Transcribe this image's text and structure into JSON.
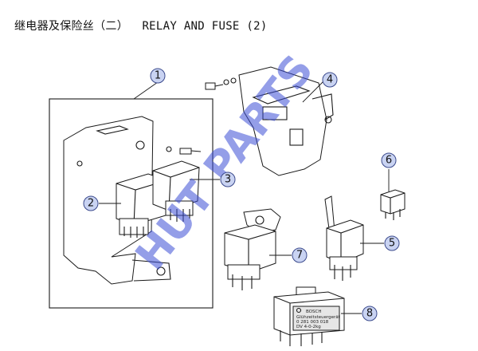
{
  "title": "继电器及保险丝（二）  RELAY AND FUSE (2)",
  "watermark": "HUT PARTS",
  "callouts": [
    {
      "id": "callout-1",
      "label": "1"
    },
    {
      "id": "callout-2",
      "label": "2"
    },
    {
      "id": "callout-3",
      "label": "3"
    },
    {
      "id": "callout-4",
      "label": "4"
    },
    {
      "id": "callout-5",
      "label": "5"
    },
    {
      "id": "callout-6",
      "label": "6"
    },
    {
      "id": "callout-7",
      "label": "7"
    },
    {
      "id": "callout-8",
      "label": "8"
    }
  ],
  "module_label": {
    "brand": "BOSCH",
    "line1": "Glühzeitsteuergerät",
    "line2": "0 281 003 018",
    "line3": "DV 4-0-2kg"
  },
  "colors": {
    "callout_fill": "#c9d3f2",
    "watermark": "#3c4fd6"
  }
}
